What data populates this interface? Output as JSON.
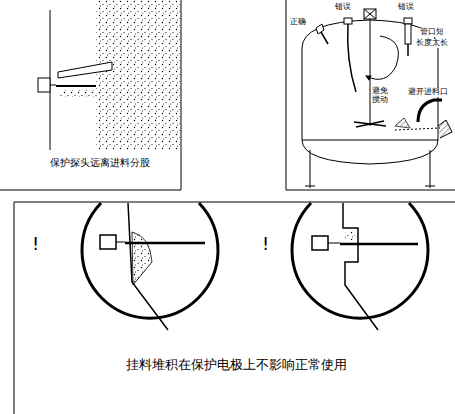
{
  "diagram": {
    "labels": [
      "保护探头远离进料分股",
      "正确",
      "错误",
      "错误",
      "管口短",
      "长度太长",
      "避免搅动",
      "避开进料口",
      "!",
      "!",
      "挂料堆积在保护电极上不影响正常使用"
    ]
  }
}
